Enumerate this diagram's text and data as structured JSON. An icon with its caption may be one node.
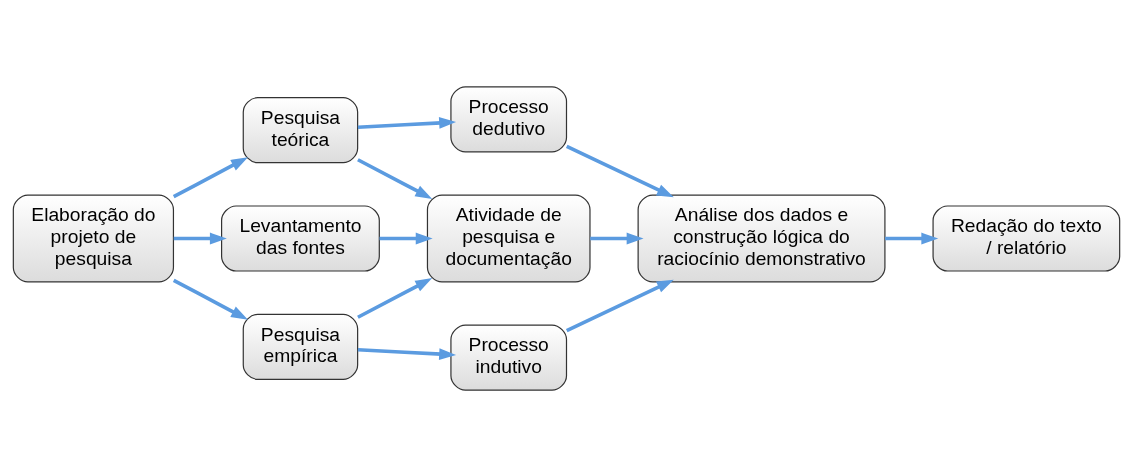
{
  "diagram": {
    "nodes": [
      {
        "text": [
          "Pesquisa teórica"
        ]
      },
      {
        "text": [
          "Processo dedutivo"
        ]
      },
      {
        "text": [
          "Elaboração do projeto de pesquisa"
        ]
      },
      {
        "text": [
          "Levantamento das fontes"
        ]
      },
      {
        "text": [
          "Atividade de pesquisa e documentação"
        ]
      },
      {
        "text": [
          "Análise dos dados e construção lógica do raciocínio demonstrativo"
        ]
      },
      {
        "text": [
          "Redação do texto / relatório"
        ]
      },
      {
        "text": [
          "Pesquisa empírica"
        ]
      },
      {
        "text": [
          "Processo indutivo"
        ]
      }
    ],
    "edges": [
      {
        "from": 2,
        "to": 0,
        "arrow": "to"
      },
      {
        "from": 2,
        "to": 3,
        "arrow": "to"
      },
      {
        "from": 2,
        "to": 7,
        "arrow": "to"
      },
      {
        "from": 0,
        "to": 1,
        "arrow": "to"
      },
      {
        "from": 0,
        "to": 4,
        "arrow": "to"
      },
      {
        "from": 3,
        "to": 4,
        "arrow": "to"
      },
      {
        "from": 7,
        "to": 4,
        "arrow": "to"
      },
      {
        "from": 7,
        "to": 8,
        "arrow": "to"
      },
      {
        "from": 1,
        "to": 5,
        "arrow": "to"
      },
      {
        "from": 4,
        "to": 5,
        "arrow": "to"
      },
      {
        "from": 8,
        "to": 5,
        "arrow": "to"
      },
      {
        "from": 5,
        "to": 6,
        "arrow": "to"
      }
    ]
  }
}
